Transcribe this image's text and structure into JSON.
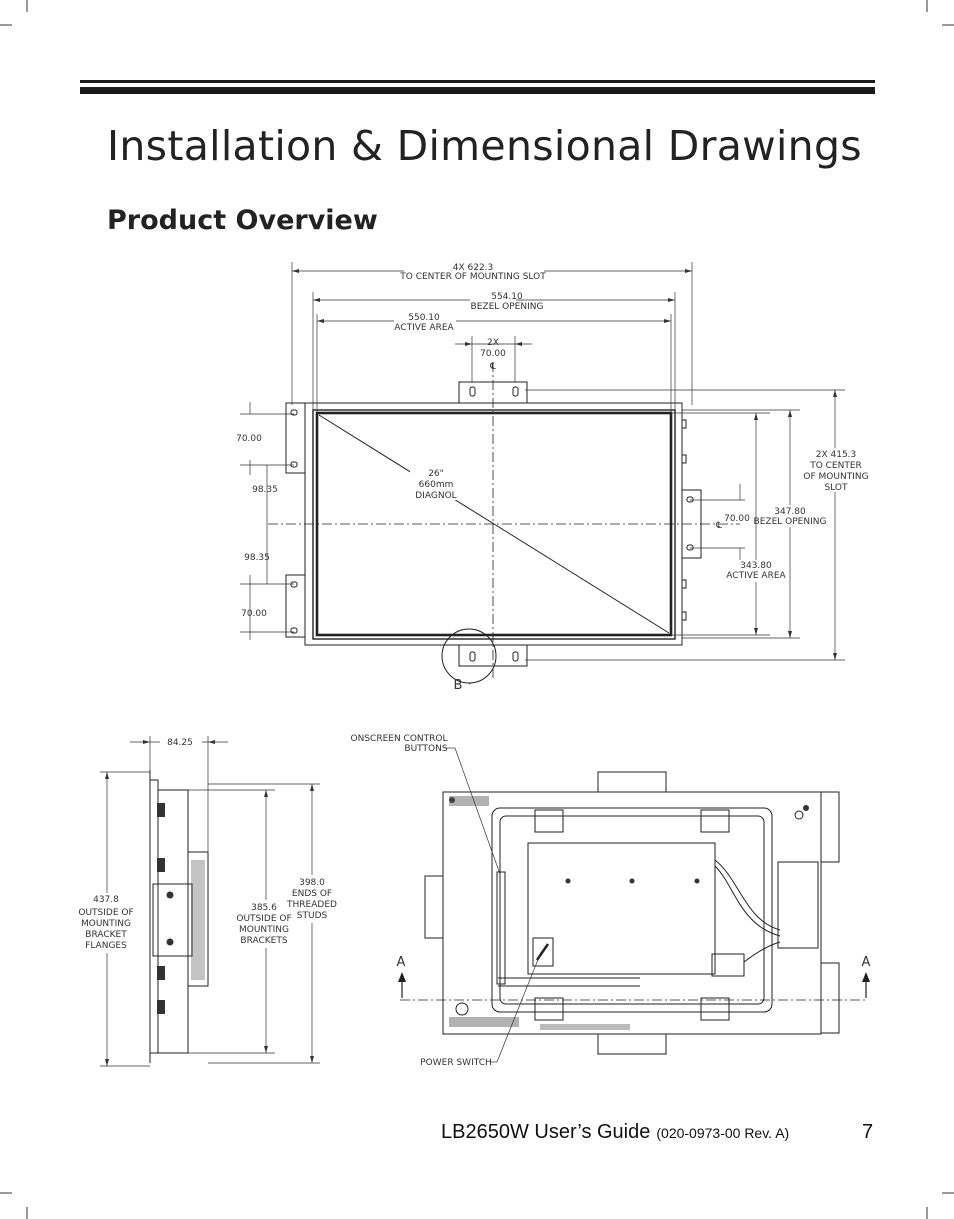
{
  "page": {
    "title": "Installation & Dimensional Drawings",
    "subtitle": "Product Overview",
    "footer_guide": "LB2650W User’s Guide",
    "footer_rev": "(020-0973-00 Rev. A)",
    "page_number": "7"
  },
  "front_view": {
    "width_mount_line1": "4X 622.3",
    "width_mount_line2": "TO CENTER OF MOUNTING SLOT",
    "bezel_width_value": "554.10",
    "bezel_width_label": "BEZEL OPENING",
    "active_width_value": "550.10",
    "active_width_label": "ACTIVE AREA",
    "slot_spacing_line1": "2X",
    "slot_spacing_line2": "70.00",
    "centerline_symbol": "℄",
    "left_70_top": "70.00",
    "left_98_upper": "98.35",
    "left_98_lower": "98.35",
    "left_70_bottom": "70.00",
    "diag_line1": "26\"",
    "diag_line2": "660mm",
    "diag_line3": "DIAGNOL",
    "right_70": "70.00",
    "active_height_value": "343.80",
    "active_height_label": "ACTIVE AREA",
    "bezel_height_value": "347.80",
    "bezel_height_label": "BEZEL OPENING",
    "height_mount_line1": "2X 415.3",
    "height_mount_line2": "TO CENTER",
    "height_mount_line3": "OF MOUNTING",
    "height_mount_line4": "SLOT",
    "detail_label": "B"
  },
  "side_view": {
    "depth_value": "84.25",
    "flanges_line1": "437.8",
    "flanges_line2": "OUTSIDE OF",
    "flanges_line3": "MOUNTING",
    "flanges_line4": "BRACKET",
    "flanges_line5": "FLANGES",
    "brackets_line1": "385.6",
    "brackets_line2": "OUTSIDE OF",
    "brackets_line3": "MOUNTING",
    "brackets_line4": "BRACKETS",
    "studs_line1": "398.0",
    "studs_line2": "ENDS OF",
    "studs_line3": "THREADED",
    "studs_line4": "STUDS"
  },
  "rear_view": {
    "osd_line1": "ONSCREEN CONTROL",
    "osd_line2": "BUTTONS",
    "power_switch": "POWER SWITCH",
    "section_left": "A",
    "section_right": "A"
  }
}
